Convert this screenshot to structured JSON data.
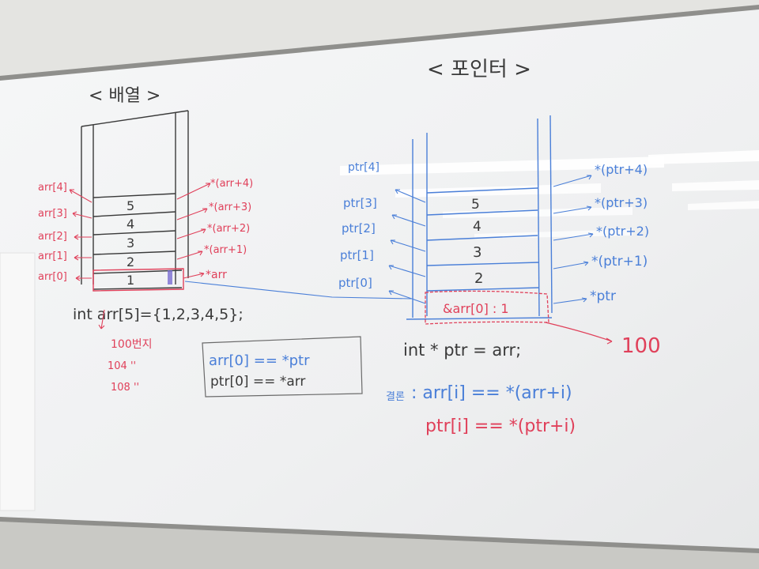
{
  "board": {
    "colors": {
      "wall": "#d4d4d0",
      "board": "#f2f3f4",
      "frame": "#8a8a88",
      "red_marker": "#e0405a",
      "blue_marker": "#4a7fd8",
      "black_marker": "#3a3a3a"
    },
    "left_title": "< 배열 >",
    "right_title": "< 포인터 >",
    "array_cells": [
      "5",
      "4",
      "3",
      "2",
      "1"
    ],
    "array_left_labels": [
      "arr[4]",
      "arr[3]",
      "arr[2]",
      "arr[1]",
      "arr[0]"
    ],
    "array_right_labels": [
      "*(arr+4)",
      "*(arr+3)",
      "*(arr+2)",
      "*(arr+1)",
      "*arr"
    ],
    "array_decl": "int arr[5]={1,2,3,4,5};",
    "address_notes": [
      "100번지",
      "104 ''",
      "108 ''"
    ],
    "ptr_cells": [
      "5",
      "4",
      "3",
      "2",
      "&arr[0] : 1"
    ],
    "ptr_left_labels": [
      "ptr[4]",
      "ptr[3]",
      "ptr[2]",
      "ptr[1]",
      "ptr[0]"
    ],
    "ptr_right_labels": [
      "*(ptr+4)",
      "*(ptr+3)",
      "*(ptr+2)",
      "*(ptr+1)",
      "*ptr"
    ],
    "box_line1": "arr[0] == *ptr",
    "box_line2": "ptr[0] == *arr",
    "ptr_decl": "int * ptr = arr;",
    "ptr_value": "100",
    "conclusion_label": "결론",
    "conclusion_line1": ": arr[i] == *(arr+i)",
    "conclusion_line2": "ptr[i] == *(ptr+i)"
  }
}
